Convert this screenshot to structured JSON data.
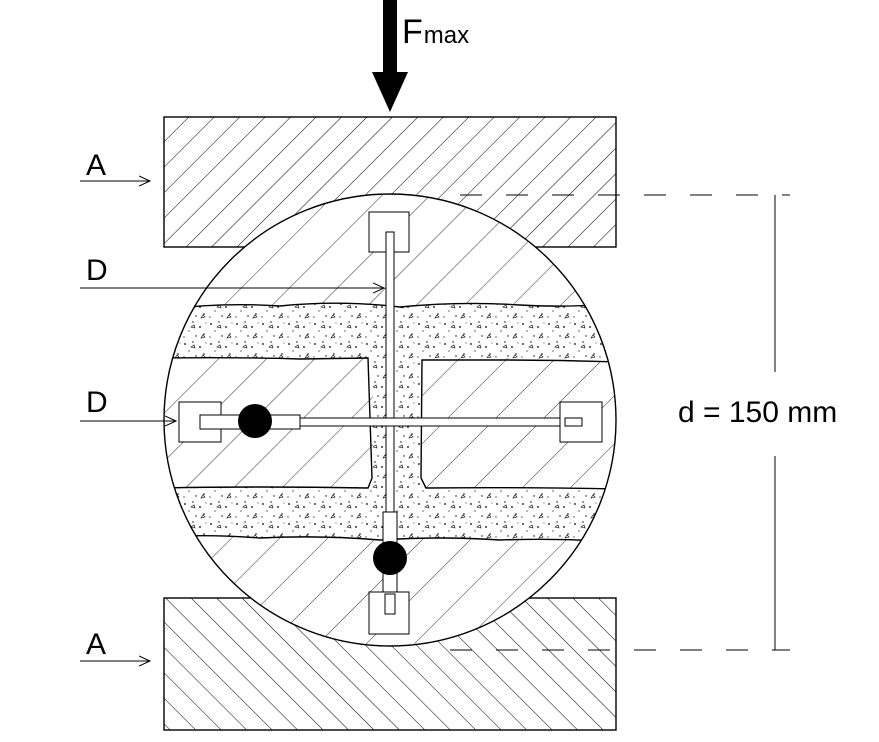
{
  "labels": {
    "force": "F",
    "force_sub": "max",
    "plate_top": "A",
    "plate_bottom": "A",
    "gauge_vertical": "D",
    "gauge_horizontal": "D",
    "diameter": "d = 150 mm"
  },
  "colors": {
    "ink": "#000000",
    "background": "#ffffff"
  },
  "icons": {
    "force_arrow": "down-arrow-icon",
    "pointer_arrow": "right-arrow-icon"
  }
}
